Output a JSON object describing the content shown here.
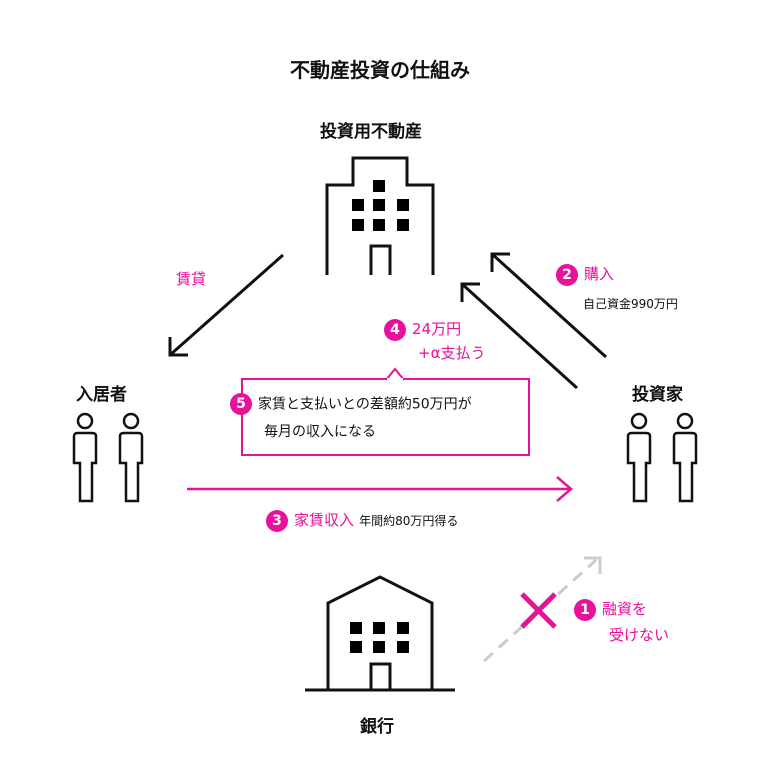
{
  "title": "不動産投資の仕組み",
  "nodes": {
    "property": "投資用不動産",
    "tenant": "入居者",
    "investor": "投資家",
    "bank": "銀行"
  },
  "steps": {
    "rent_label": "賃貸",
    "s1": {
      "num": "1",
      "line1": "融資を",
      "line2": "受けない"
    },
    "s2": {
      "num": "2",
      "label": "購入",
      "note": "自己資金990万円"
    },
    "s3": {
      "num": "3",
      "label": "家賃収入",
      "note": "年間約80万円得る"
    },
    "s4": {
      "num": "4",
      "line1": "24万円",
      "line2": "+α支払う"
    },
    "s5": {
      "num": "5",
      "line1": "家賃と支払いとの差額約50万円が",
      "line2": "毎月の収入になる"
    }
  },
  "colors": {
    "accent": "#e8119a",
    "line": "#111111",
    "dashed": "#cccccc"
  }
}
